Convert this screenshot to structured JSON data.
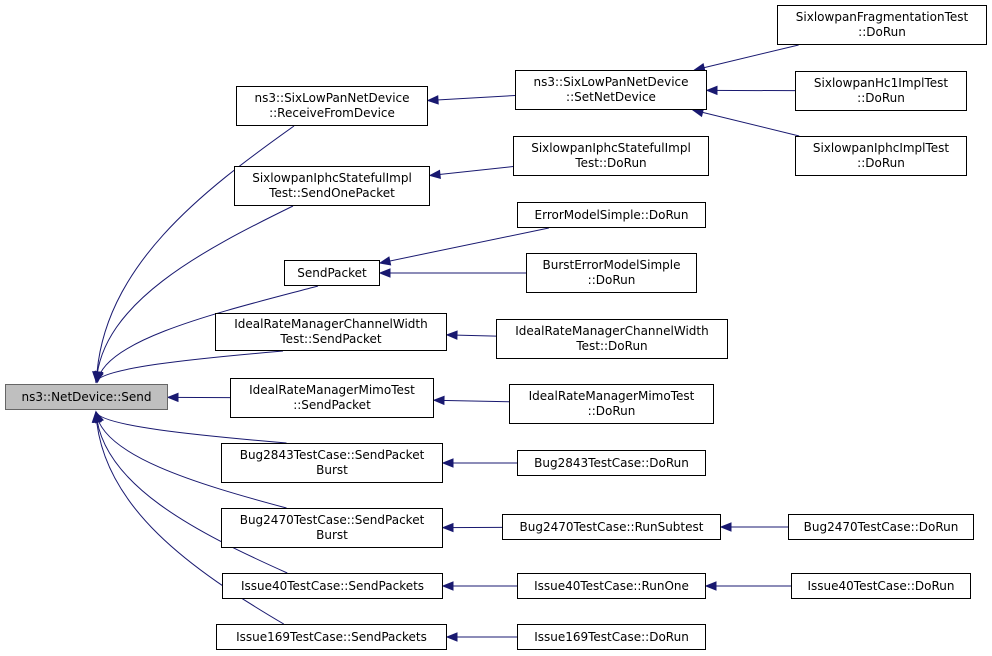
{
  "colors": {
    "edge": "#191970",
    "root_fill": "#bfbfbf",
    "node_border": "#000000"
  },
  "nodes": {
    "root": [
      "ns3::NetDevice::Send"
    ],
    "recv_from_dev": [
      "ns3::SixLowPanNetDevice",
      "::ReceiveFromDevice"
    ],
    "iphc_stateful_send": [
      "SixlowpanIphcStatefulImpl",
      "Test::SendOnePacket"
    ],
    "send_packet": [
      "SendPacket"
    ],
    "irm_cw_send": [
      "IdealRateManagerChannelWidth",
      "Test::SendPacket"
    ],
    "irm_mimo_send": [
      "IdealRateManagerMimoTest",
      "::SendPacket"
    ],
    "bug2843_send": [
      "Bug2843TestCase::SendPacket",
      "Burst"
    ],
    "bug2470_send": [
      "Bug2470TestCase::SendPacket",
      "Burst"
    ],
    "issue40_send": [
      "Issue40TestCase::SendPackets"
    ],
    "issue169_send": [
      "Issue169TestCase::SendPackets"
    ],
    "set_net_device": [
      "ns3::SixLowPanNetDevice",
      "::SetNetDevice"
    ],
    "iphc_stateful_run": [
      "SixlowpanIphcStatefulImpl",
      "Test::DoRun"
    ],
    "error_simple_run": [
      "ErrorModelSimple::DoRun"
    ],
    "burst_error_run": [
      "BurstErrorModelSimple",
      "::DoRun"
    ],
    "irm_cw_run": [
      "IdealRateManagerChannelWidth",
      "Test::DoRun"
    ],
    "irm_mimo_run": [
      "IdealRateManagerMimoTest",
      "::DoRun"
    ],
    "bug2843_run": [
      "Bug2843TestCase::DoRun"
    ],
    "bug2470_subtest": [
      "Bug2470TestCase::RunSubtest"
    ],
    "issue40_runone": [
      "Issue40TestCase::RunOne"
    ],
    "issue169_run": [
      "Issue169TestCase::DoRun"
    ],
    "frag_run": [
      "SixlowpanFragmentationTest",
      "::DoRun"
    ],
    "hc1_run": [
      "SixlowpanHc1ImplTest",
      "::DoRun"
    ],
    "iphc_run": [
      "SixlowpanIphcImplTest",
      "::DoRun"
    ],
    "bug2470_run": [
      "Bug2470TestCase::DoRun"
    ],
    "issue40_run": [
      "Issue40TestCase::DoRun"
    ]
  },
  "edges": [
    [
      "recv_from_dev",
      "root"
    ],
    [
      "iphc_stateful_send",
      "root"
    ],
    [
      "send_packet",
      "root"
    ],
    [
      "irm_cw_send",
      "root"
    ],
    [
      "irm_mimo_send",
      "root"
    ],
    [
      "bug2843_send",
      "root"
    ],
    [
      "bug2470_send",
      "root"
    ],
    [
      "issue40_send",
      "root"
    ],
    [
      "issue169_send",
      "root"
    ],
    [
      "set_net_device",
      "recv_from_dev"
    ],
    [
      "iphc_stateful_run",
      "iphc_stateful_send"
    ],
    [
      "error_simple_run",
      "send_packet"
    ],
    [
      "burst_error_run",
      "send_packet"
    ],
    [
      "irm_cw_run",
      "irm_cw_send"
    ],
    [
      "irm_mimo_run",
      "irm_mimo_send"
    ],
    [
      "bug2843_run",
      "bug2843_send"
    ],
    [
      "bug2470_subtest",
      "bug2470_send"
    ],
    [
      "issue40_runone",
      "issue40_send"
    ],
    [
      "issue169_run",
      "issue169_send"
    ],
    [
      "frag_run",
      "set_net_device"
    ],
    [
      "hc1_run",
      "set_net_device"
    ],
    [
      "iphc_run",
      "set_net_device"
    ],
    [
      "bug2470_run",
      "bug2470_subtest"
    ],
    [
      "issue40_run",
      "issue40_runone"
    ]
  ]
}
